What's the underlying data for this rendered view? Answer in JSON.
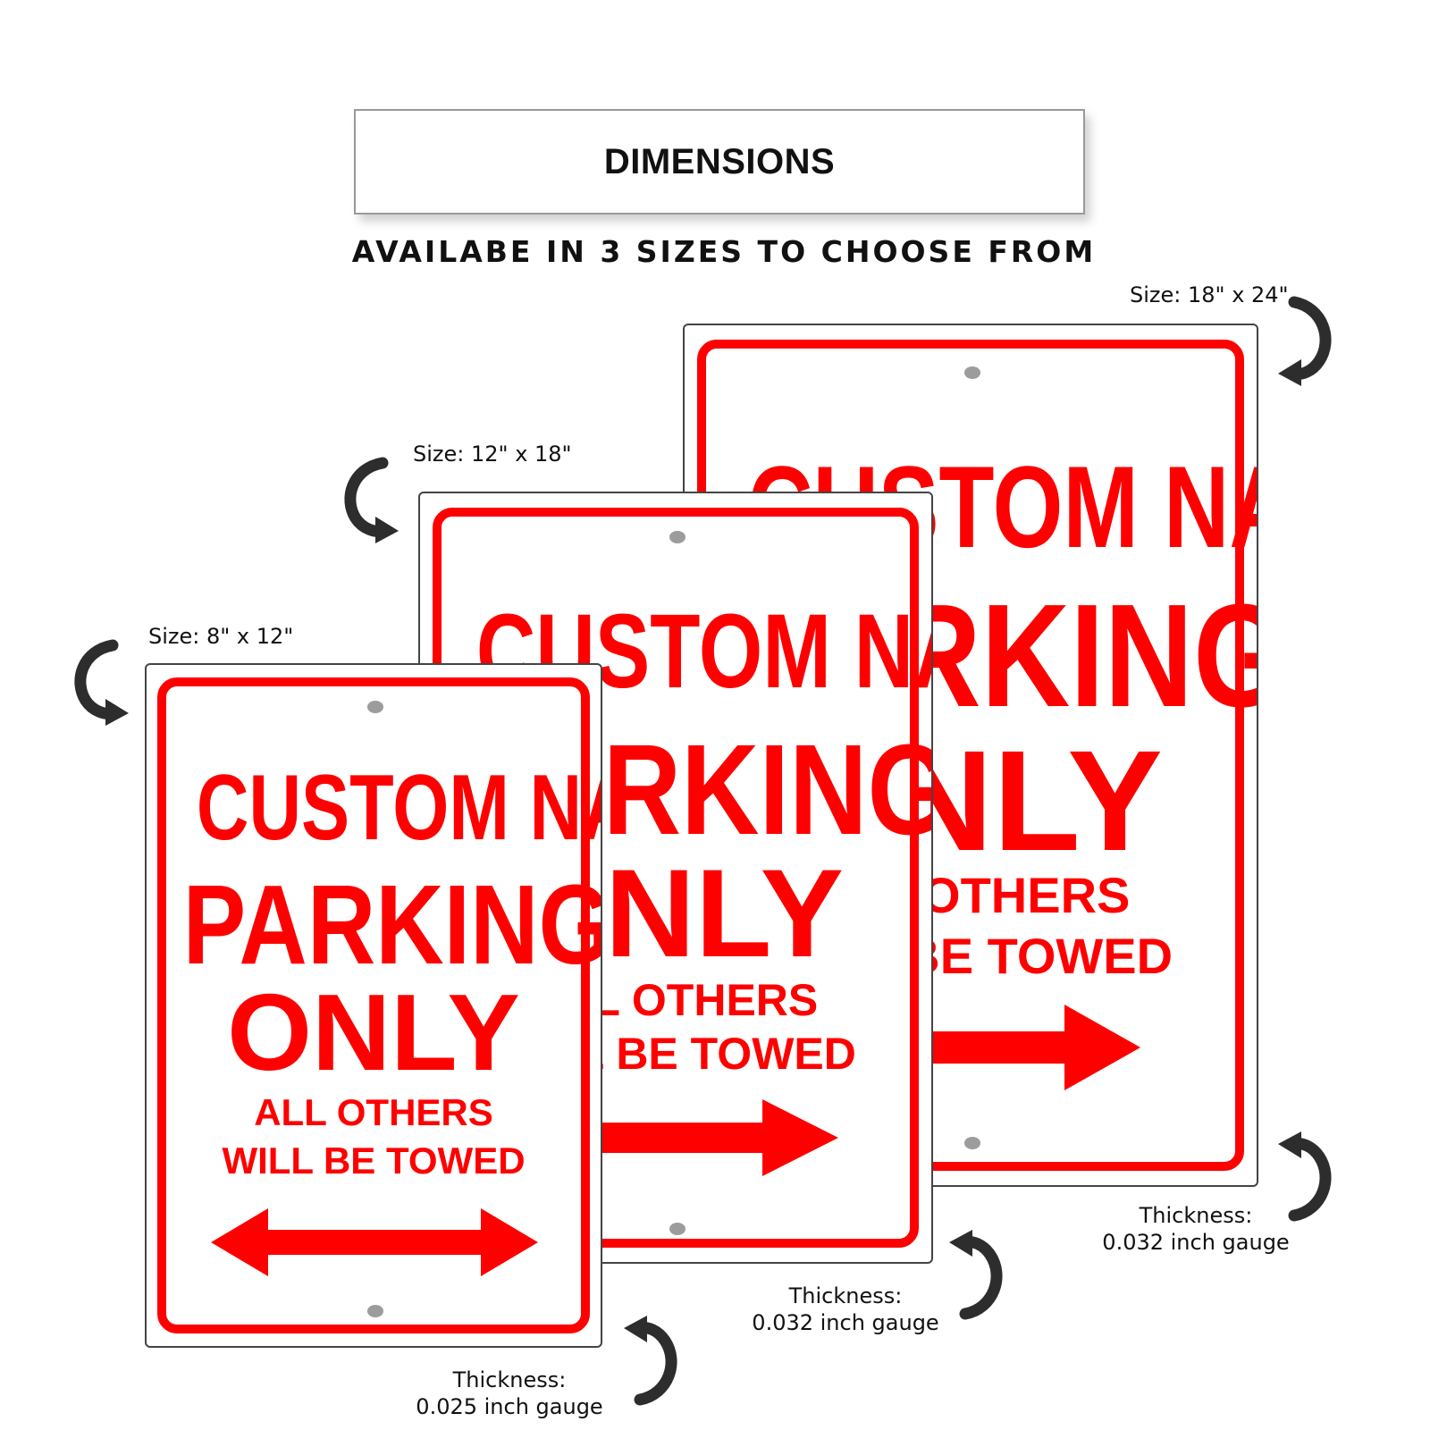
{
  "header": {
    "title": "DIMENSIONS",
    "subtitle": "AVAILABE IN 3 SIZES TO CHOOSE FROM"
  },
  "colors": {
    "sign_red": "#ff0000",
    "sign_white": "#ffffff",
    "text_dark": "#111111"
  },
  "sign_text": {
    "line1": "CUSTOM NAME",
    "line2": "PARKING",
    "line3": "ONLY",
    "line4": "ALL OTHERS",
    "line5": "WILL BE TOWED"
  },
  "sizes": {
    "small": {
      "size_label": "Size: 8\" x 12\"",
      "thickness_label": "Thickness:",
      "gauge_label": "0.025 inch gauge",
      "arrow": "double-arrow-icon"
    },
    "medium": {
      "size_label": "Size: 12\" x 18\"",
      "thickness_label": "Thickness:",
      "gauge_label": "0.032 inch gauge",
      "arrow": "right-arrow-icon"
    },
    "large": {
      "size_label": "Size: 18\" x 24\"",
      "thickness_label": "Thickness:",
      "gauge_label": "0.032 inch gauge",
      "arrow": "right-arrow-icon"
    }
  }
}
